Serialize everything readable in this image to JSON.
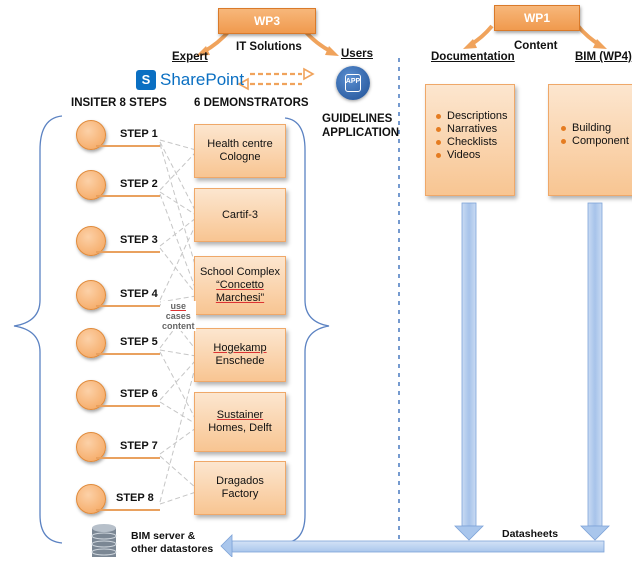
{
  "wp3": {
    "label": "WP3",
    "subtitle": "IT Solutions"
  },
  "wp1": {
    "label": "WP1",
    "subtitle": "Content"
  },
  "expert_label": "Expert",
  "users_label": "Users",
  "sharepoint_label": "SharePoint",
  "sharepoint_icon_letter": "S",
  "app_icon_label": "APP",
  "guidelines": {
    "line1": "GUIDELINES",
    "line2": "APPLICATION"
  },
  "steps_header": "INSITER 8 STEPS",
  "demonstrators_header": "6 DEMONSTRATORS",
  "steps": [
    "STEP 1",
    "STEP 2",
    "STEP 3",
    "STEP 4",
    "STEP 5",
    "STEP 6",
    "STEP 7",
    "STEP 8"
  ],
  "demonstrators": [
    {
      "line1": "Health centre",
      "line2": "",
      "line3": "Cologne"
    },
    {
      "line1": "Cartif-3",
      "line2": "",
      "line3": ""
    },
    {
      "line1": "School Complex",
      "line2": "“Concetto",
      "line3": "Marchesi”"
    },
    {
      "line1": "Hogekamp",
      "line2": "",
      "line3": "Enschede"
    },
    {
      "line1": "Sustainer",
      "line2": "",
      "line3": "Homes, Delft"
    },
    {
      "line1": "Dragados",
      "line2": "",
      "line3": "Factory"
    }
  ],
  "use_cases": {
    "line1": "use",
    "line2": "cases",
    "line3": "content"
  },
  "documentation": {
    "header": "Documentation",
    "items": [
      "Descriptions",
      "Narratives",
      "Checklists",
      "Videos"
    ]
  },
  "bim": {
    "header": "BIM (WP4)",
    "items": [
      "Building",
      "Component"
    ]
  },
  "datasheets_label": "Datasheets",
  "bim_server": {
    "line1": "BIM server &",
    "line2": "other datastores"
  },
  "colors": {
    "orange": "#f09a4e",
    "orange_border": "#d97a2a",
    "box_fill": "#f8c592",
    "arrow_blue": "#a9c6ec",
    "sharepoint_blue": "#0a6fc2",
    "divider_blue": "#2b63b5"
  }
}
